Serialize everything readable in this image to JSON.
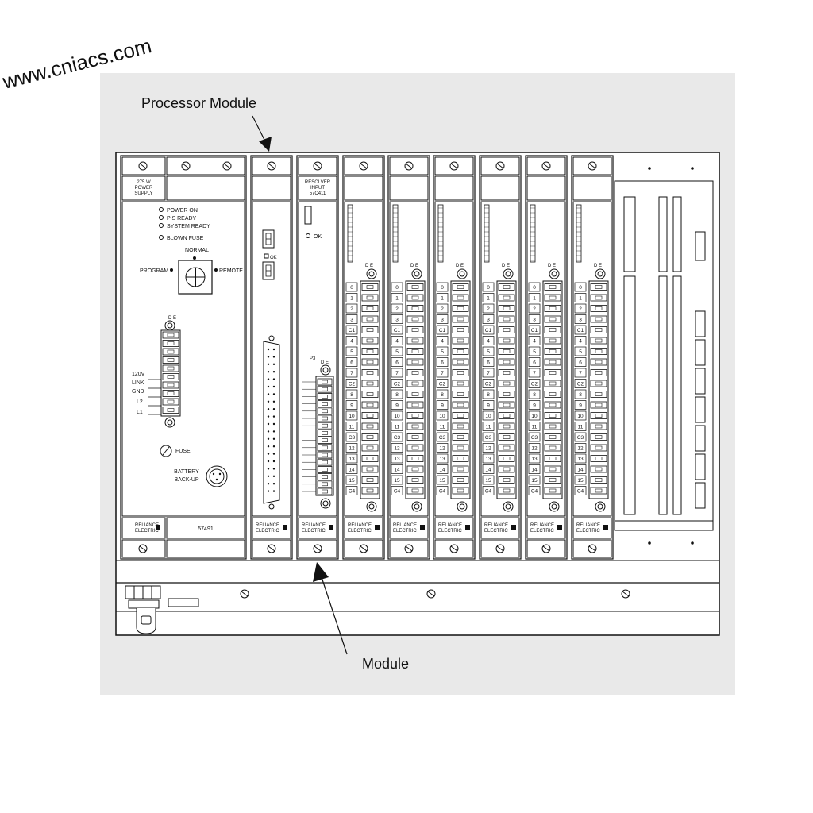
{
  "watermark": "www.cniacs.com",
  "callouts": {
    "processor_module": "Processor Module",
    "module": "Module"
  },
  "power_supply": {
    "rating_lines": [
      "275 W",
      "POWER",
      "SUPPLY"
    ],
    "indicators": [
      "POWER ON",
      "P S READY",
      "SYSTEM READY",
      "BLOWN FUSE"
    ],
    "keyswitch": {
      "top": "NORMAL",
      "left": "PROGRAM",
      "right": "REMOTE"
    },
    "terminals": [
      "120V",
      "LINK",
      "GND",
      "L2",
      "L1"
    ],
    "connector_top": "D E",
    "fuse": "FUSE",
    "battery": [
      "BATTERY",
      "BACK-UP"
    ],
    "part_number": "57491"
  },
  "processor": {
    "ok_label": "OK"
  },
  "resolver": {
    "title_lines": [
      "RESOLVER",
      "INPUT",
      "57C411"
    ],
    "ok_label": "OK",
    "port_label": "P3",
    "connector_top": "D E"
  },
  "io_module": {
    "connector_top": "D E",
    "channels": [
      "0",
      "1",
      "2",
      "3",
      "C1",
      "4",
      "5",
      "6",
      "7",
      "C2",
      "8",
      "9",
      "10",
      "11",
      "C3",
      "12",
      "13",
      "14",
      "15",
      "C4"
    ]
  },
  "brand_lines": [
    "RELIANCE",
    "ELECTRIC"
  ],
  "colors": {
    "line": "#111111",
    "background": "#e9e9e9",
    "module_face": "#ffffff"
  }
}
